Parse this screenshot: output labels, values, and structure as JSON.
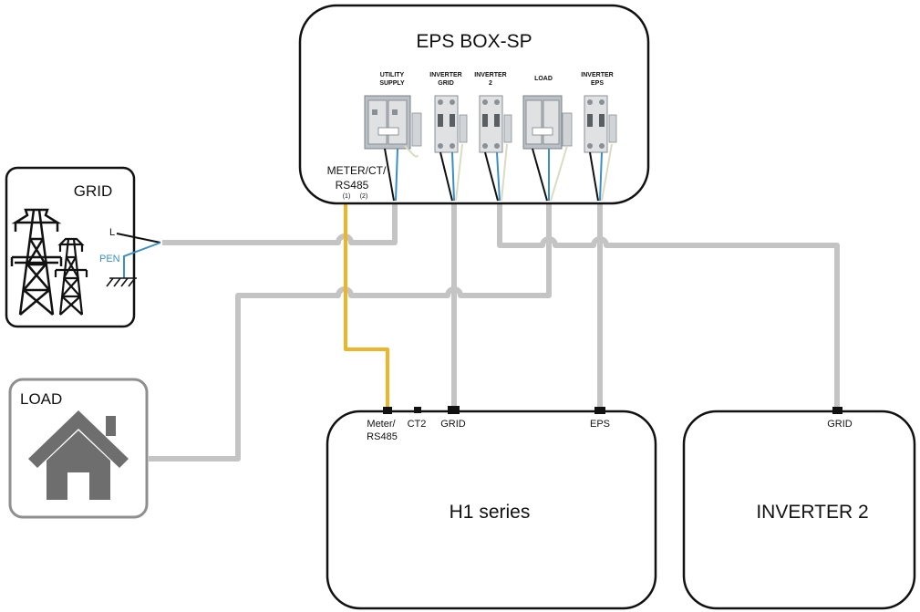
{
  "eps_box": {
    "title": "EPS BOX-SP",
    "breakers": [
      {
        "line1": "UTILITY",
        "line2": "SUPPLY"
      },
      {
        "line1": "INVERTER",
        "line2": "GRID"
      },
      {
        "line1": "INVERTER",
        "line2": "2"
      },
      {
        "line1": "LOAD",
        "line2": ""
      },
      {
        "line1": "INVERTER",
        "line2": "EPS"
      }
    ],
    "meter_label_1": "METER/CT/",
    "meter_label_2": "RS485",
    "pin_1": "(1)",
    "pin_2": "(2)"
  },
  "grid_box": {
    "title": "GRID",
    "line_label": "L",
    "pen_label": "PEN"
  },
  "load_box": {
    "title": "LOAD"
  },
  "h1": {
    "title": "H1 series",
    "port_meter_1": "Meter/",
    "port_meter_2": "RS485",
    "port_ct2": "CT2",
    "port_grid": "GRID",
    "port_eps": "EPS"
  },
  "inverter2": {
    "title": "INVERTER 2",
    "port_grid": "GRID"
  },
  "colors": {
    "wire": "#c4c4c4",
    "rs485": "#f0b429",
    "live": "#111111",
    "neutral": "#3a8fc4",
    "pe": "#d9dcc0",
    "house": "#6e6e6e",
    "frame": "#111111"
  }
}
